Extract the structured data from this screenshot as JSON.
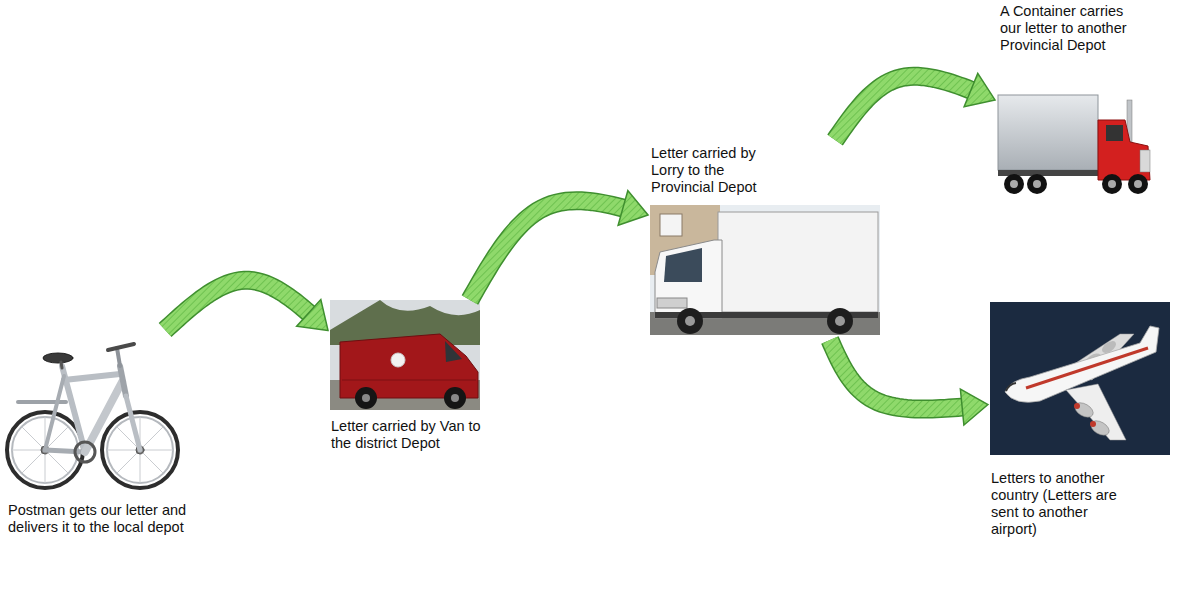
{
  "diagram": {
    "nodes": [
      {
        "text": [
          "Postman gets our letter and delivers it to the local depot"
        ]
      },
      {
        "text": [
          "Letter carried by Van to the district Depot"
        ]
      },
      {
        "text": [
          "Letter carried by Lorry to the Provincial Depot"
        ]
      },
      {
        "text": [
          "A Container carries our letter to another Provincial Depot"
        ]
      },
      {
        "text": [
          "Letters to another country (Letters are sent to another airport)"
        ]
      }
    ],
    "edges": [
      {
        "from": 0,
        "to": 1,
        "arrow": "to"
      },
      {
        "from": 1,
        "to": 2,
        "arrow": "to"
      },
      {
        "from": 2,
        "to": 3,
        "arrow": "to"
      },
      {
        "from": 2,
        "to": 4,
        "arrow": "to"
      }
    ]
  }
}
